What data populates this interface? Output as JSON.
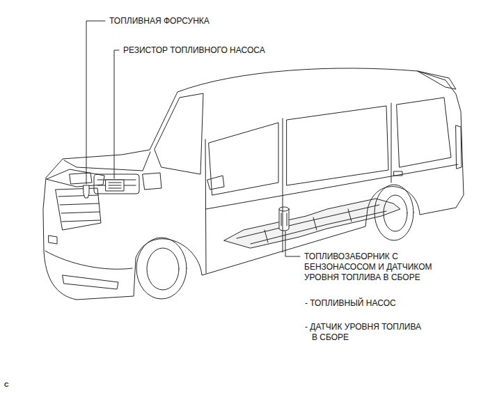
{
  "diagram": {
    "labels": [
      "ТОПЛИВНАЯ ФОРСУНКА",
      "РЕЗИСТОР ТОПЛИВНОГО НАСОСА",
      "ТОПЛИВОЗАБОРНИК С БЕНЗОНАСОСОМ И ДАТЧИКОМ УРОВНЯ ТОПЛИВА В СБОРЕ",
      "- ТОПЛИВНЫЙ НАСОС",
      "- ДАТЧИК УРОВНЯ ТОПЛИВА В СБОРЕ",
      "C"
    ]
  }
}
